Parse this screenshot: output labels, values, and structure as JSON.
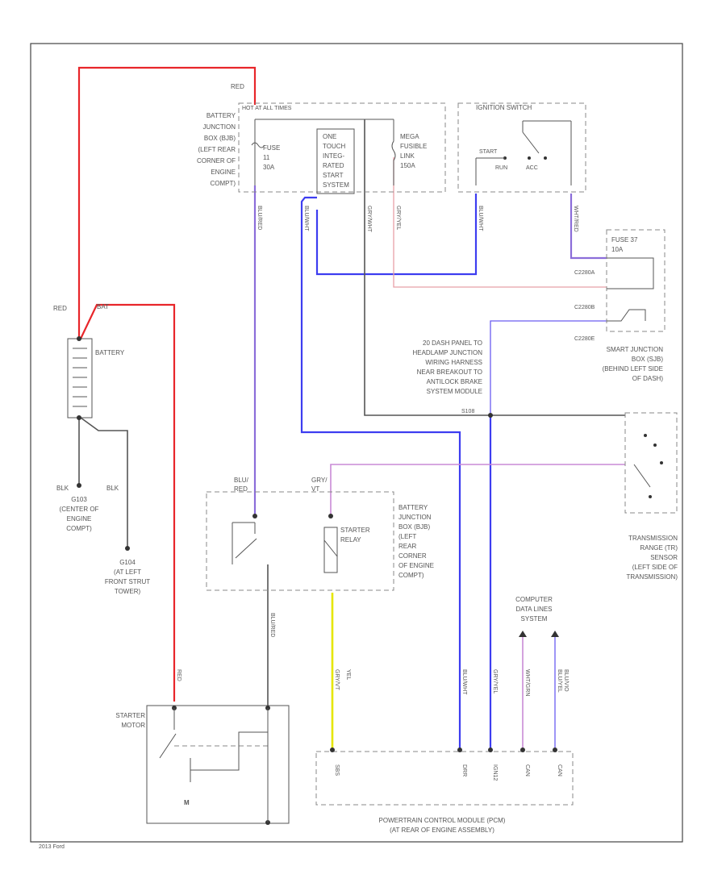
{
  "labels": {
    "red_top": "RED",
    "red_left": "RED",
    "bat_wire": "BAT",
    "battery": "BATTERY",
    "bjb": [
      "BATTERY",
      "JUNCTION",
      "BOX (BJB)",
      "(LEFT REAR",
      "CORNER OF",
      "ENGINE",
      "COMPT)"
    ],
    "hot_at_all_times": "HOT AT ALL TIMES",
    "fuse": [
      "FUSE",
      "11",
      "30A"
    ],
    "one_touch": [
      "ONE",
      "TOUCH",
      "INTEG-",
      "RATED",
      "START",
      "SYSTEM"
    ],
    "fusible": [
      "MEGA",
      "FUSIBLE",
      "LINK",
      "150A"
    ],
    "ignition_switch": "IGNITION SWITCH",
    "start_label": "START",
    "run_label": "RUN",
    "acc_label": "ACC",
    "sjb_fuse": [
      "FUSE 37",
      "10A"
    ],
    "c2280a": "C2280A",
    "c2280b": "C2280B",
    "c2280e": "C2280E",
    "sjb": [
      "SMART JUNCTION",
      "BOX (SJB)",
      "(BEHIND LEFT SIDE",
      "OF DASH)"
    ],
    "headlamp_note": [
      "20 DASH PANEL TO",
      "HEADLAMP JUNCTION",
      "WIRING HARNESS",
      "NEAR BREAKOUT TO",
      "ANTILOCK BRAKE",
      "SYSTEM MODULE"
    ],
    "s108": "S108",
    "g103": [
      "G103",
      "(CENTER OF",
      "ENGINE",
      "COMPT)"
    ],
    "g104": [
      "G104",
      "(AT LEFT",
      "FRONT STRUT",
      "TOWER)"
    ],
    "blk1": "BLK",
    "blk2": "BLK",
    "blu_red": [
      "BLU/",
      "RED"
    ],
    "gry_vt": [
      "GRY/",
      "VT"
    ],
    "bjb2": [
      "BATTERY",
      "JUNCTION",
      "BOX (BJB)",
      "(LEFT",
      "REAR",
      "CORNER",
      "OF ENGINE",
      "COMPT)"
    ],
    "starter_relay": [
      "STARTER",
      "RELAY"
    ],
    "tr_sensor": [
      "TRANSMISSION",
      "RANGE (TR)",
      "SENSOR",
      "(LEFT SIDE OF",
      "TRANSMISSION)"
    ],
    "computer_data": [
      "COMPUTER",
      "DATA LINES",
      "SYSTEM"
    ],
    "starter_motor": [
      "STARTER",
      "MOTOR"
    ],
    "motor_m": "M",
    "pcm": [
      "POWERTRAIN CONTROL MODULE (PCM)",
      "(AT REAR OF ENGINE ASSEMBLY)"
    ],
    "pcm_pins": [
      "SBS",
      "DRR",
      "IGN12",
      "CAN",
      "CAN"
    ],
    "vertical_codes": [
      "BLU/RED",
      "BLU/WHT",
      "GRY/WHT",
      "GRY/YEL",
      "BLU/WHT",
      "WHT/RED",
      "BLU/RED",
      "GRY/VT",
      "BLU/WHT",
      "GRY/YEL",
      "WHT/GRN",
      "BLU/YEL",
      "BLU/VIO",
      "YEL",
      "RED"
    ],
    "footer": "2013 Ford"
  },
  "icons": [
    "battery-icon",
    "switch-icon",
    "relay-icon",
    "ground-icon",
    "motor-icon"
  ]
}
